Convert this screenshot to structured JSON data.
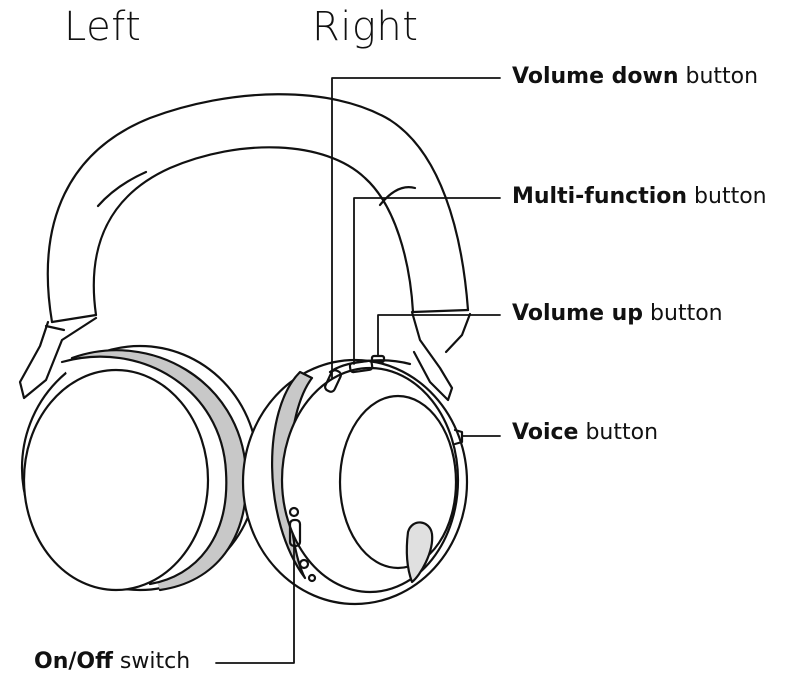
{
  "titles": {
    "left": "Left",
    "right": "Right"
  },
  "callouts": {
    "volume_down": {
      "bold": "Volume down",
      "rest": " button"
    },
    "multi_function": {
      "bold": "Multi-function",
      "rest": " button"
    },
    "volume_up": {
      "bold": "Volume up",
      "rest": " button"
    },
    "voice": {
      "bold": "Voice",
      "rest": " button"
    },
    "on_off": {
      "bold": "On/Off",
      "rest": " switch"
    }
  },
  "colors": {
    "line": "#111111",
    "cushion": "#c8c8c8",
    "mic": "#e0e0e0"
  }
}
